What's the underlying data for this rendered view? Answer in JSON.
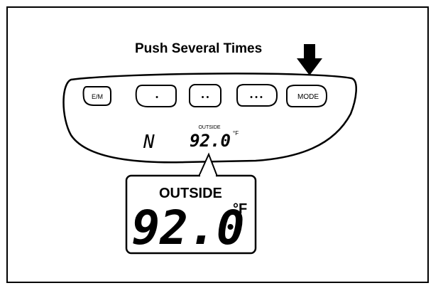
{
  "instruction": "Push Several Times",
  "buttons": [
    {
      "label": "E/M",
      "name": "em-button"
    },
    {
      "label": "•",
      "name": "one-dot-button"
    },
    {
      "label": "• •",
      "name": "two-dot-button"
    },
    {
      "label": "• • •",
      "name": "three-dot-button"
    },
    {
      "label": "MODE",
      "name": "mode-button"
    }
  ],
  "display": {
    "compass": "N",
    "outside_label": "OUTSIDE",
    "temperature": "92.0",
    "unit": "°F"
  },
  "zoom": {
    "outside_label": "OUTSIDE",
    "temperature": "92.0",
    "unit": "°F"
  },
  "colors": {
    "line": "#000000",
    "background": "#ffffff"
  },
  "icons": {
    "pointer": "down-arrow-icon"
  }
}
